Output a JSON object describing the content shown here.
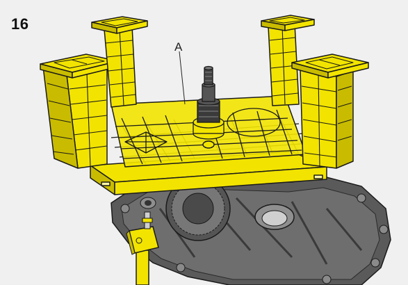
{
  "figure": {
    "step_number": "16",
    "callout_label": "A"
  },
  "colors": {
    "fixture_yellow": "#f2e400",
    "fixture_shadow": "#c9bc00",
    "outline": "#1a1a1a",
    "housing_dark": "#4a4a4a",
    "housing_mid": "#6e6e6e",
    "background": "#f0f0f0"
  },
  "icons": [
    "yellow-support-fixture",
    "gearbox-housing",
    "tool-shaft",
    "stand-post"
  ]
}
